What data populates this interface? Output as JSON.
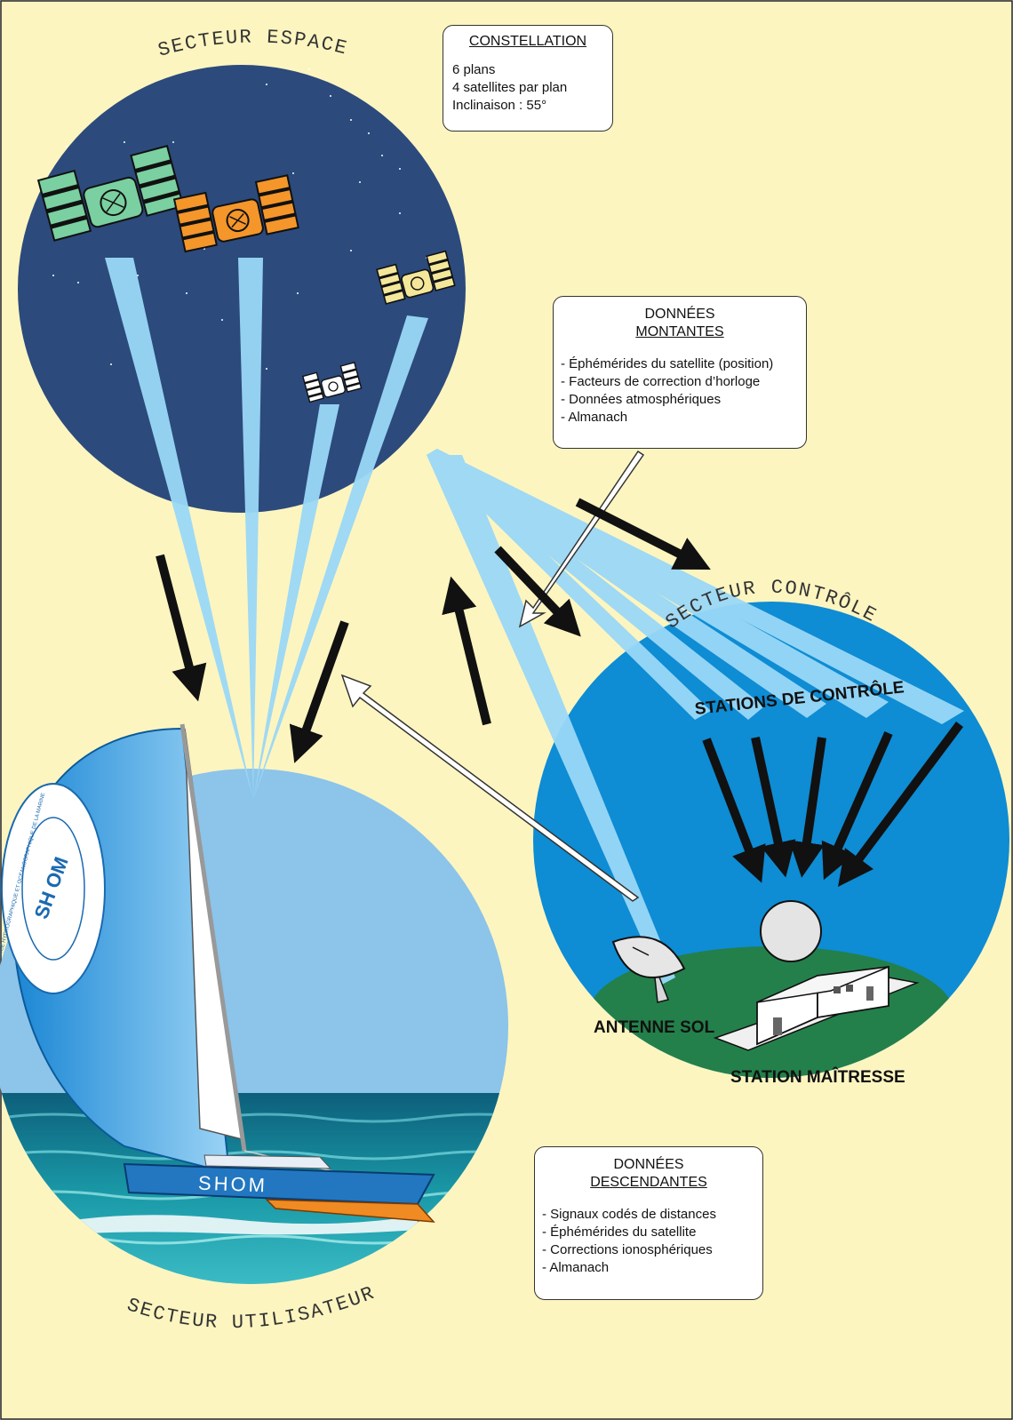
{
  "sectors": {
    "espace": "SECTEUR ESPACE",
    "controle": "SECTEUR CONTRÔLE",
    "utilisateur": "SECTEUR UTILISATEUR"
  },
  "constellation": {
    "title": "CONSTELLATION",
    "lines": [
      "6 plans",
      "4 satellites par plan",
      "Inclinaison : 55°"
    ]
  },
  "donnees_montantes": {
    "title_line1": "DONNÉES",
    "title_line2": "MONTANTES",
    "items": [
      "- Éphémérides du satellite (position)",
      "- Facteurs de correction d’horloge",
      "- Données atmosphériques",
      "- Almanach"
    ]
  },
  "donnees_descendantes": {
    "title_line1": "DONNÉES",
    "title_line2": "DESCENDANTES",
    "items": [
      "- Signaux codés de distances",
      "- Éphémérides du satellite",
      "- Corrections ionosphériques",
      "- Almanach"
    ]
  },
  "labels": {
    "stations_controle": "STATIONS DE CONTRÔLE",
    "antenne_sol": "ANTENNE SOL",
    "station_maitresse": "STATION MAÎTRESSE",
    "boat_hull": "SHOM",
    "logo_text": "SH OM",
    "logo_ring": "SERVICE HYDROGRAPHIQUE ET OCÉANOGRAPHIQUE DE LA MARINE"
  },
  "colors": {
    "background": "#fdf5c0",
    "space_circle": "#2c4a7c",
    "control_circle": "#0e8cd4",
    "user_circle": "#8cc4ea",
    "beam": "#9ad8f7",
    "ground": "#23804a",
    "sea": "#1a8a9a"
  }
}
